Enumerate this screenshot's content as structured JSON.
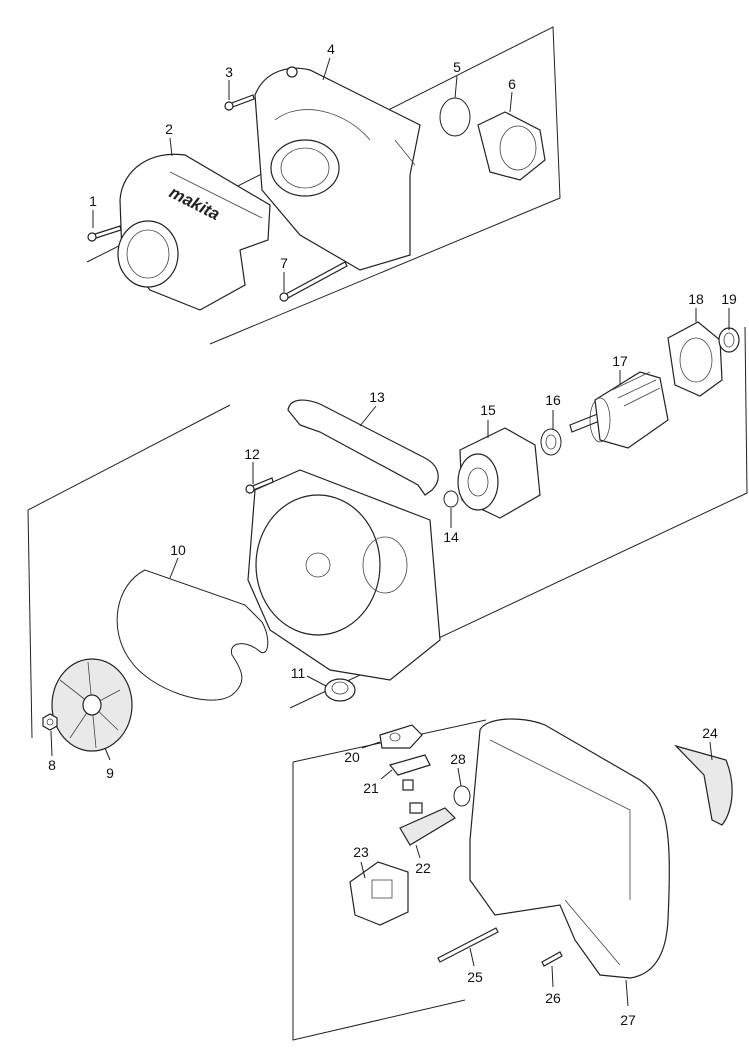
{
  "diagram": {
    "brand_text": "makita",
    "callouts": {
      "p1": "1",
      "p2": "2",
      "p3": "3",
      "p4": "4",
      "p5": "5",
      "p6": "6",
      "p7": "7",
      "p8": "8",
      "p9": "9",
      "p10": "10",
      "p11": "11",
      "p12": "12",
      "p13": "13",
      "p14": "14",
      "p15": "15",
      "p16": "16",
      "p17": "17",
      "p18": "18",
      "p19": "19",
      "p20": "20",
      "p21": "21",
      "p22": "22",
      "p23": "23",
      "p24": "24",
      "p25": "25",
      "p26": "26",
      "p27": "27",
      "p28": "28"
    }
  }
}
